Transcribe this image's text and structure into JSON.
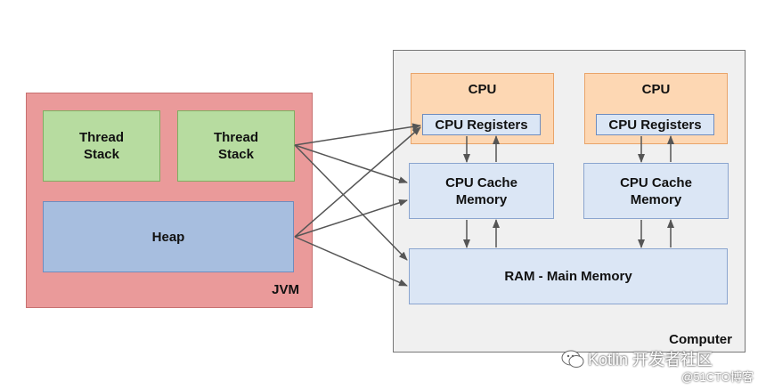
{
  "jvm": {
    "label": "JVM",
    "thread_stacks": [
      {
        "label": "Thread\nStack"
      },
      {
        "label": "Thread\nStack"
      }
    ],
    "heap_label": "Heap"
  },
  "computer": {
    "label": "Computer",
    "cpus": [
      {
        "title": "CPU",
        "registers_label": "CPU Registers",
        "cache_label": "CPU Cache\nMemory"
      },
      {
        "title": "CPU",
        "registers_label": "CPU Registers",
        "cache_label": "CPU Cache\nMemory"
      }
    ],
    "ram_label": "RAM - Main Memory"
  },
  "watermark": {
    "main": "Kotlin 开发者社区",
    "sub": "@51CTO博客"
  },
  "colors": {
    "jvm_fill": "#ea9a9a",
    "thread_fill": "#b7dca0",
    "heap_fill": "#a7bedf",
    "cpu_fill": "#fdd7b3",
    "memory_fill": "#dbe6f5",
    "computer_fill": "#f0f0f0",
    "arrow": "#555555"
  }
}
